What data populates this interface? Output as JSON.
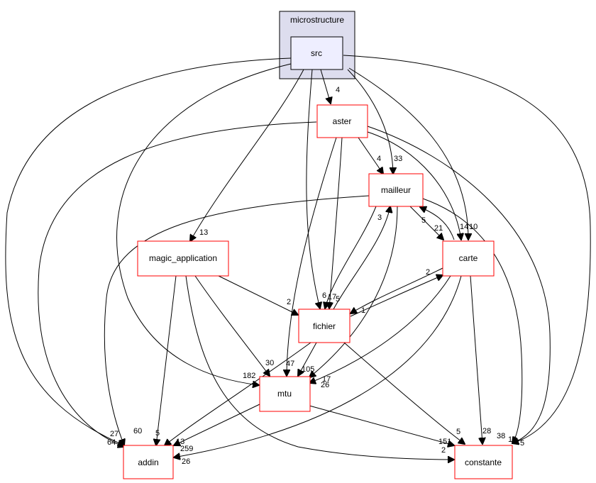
{
  "cluster": {
    "label": "microstructure",
    "fill": "#ddddee",
    "stroke": "#000000"
  },
  "nodes": {
    "src": {
      "label": "src",
      "fill": "#eeeeff",
      "stroke": "#000000"
    },
    "aster": {
      "label": "aster",
      "stroke": "#ff0000"
    },
    "mailleur": {
      "label": "mailleur",
      "stroke": "#ff0000"
    },
    "magic_application": {
      "label": "magic_application",
      "stroke": "#ff0000"
    },
    "carte": {
      "label": "carte",
      "stroke": "#ff0000"
    },
    "fichier": {
      "label": "fichier",
      "stroke": "#ff0000"
    },
    "mtu": {
      "label": "mtu",
      "stroke": "#ff0000"
    },
    "addin": {
      "label": "addin",
      "stroke": "#ff0000"
    },
    "constante": {
      "label": "constante",
      "stroke": "#ff0000"
    }
  },
  "edge_labels": {
    "src_aster": "4",
    "src_mailleur": "33",
    "src_magic_application": "13",
    "src_carte": "14",
    "src_carte_b": "10",
    "src_fichier": "6",
    "src_mtu": "182",
    "src_addin": "27",
    "src_constante": "5",
    "aster_mailleur": "4",
    "aster_fichier": "17",
    "aster_mtu": "47",
    "aster_carte": "21",
    "aster_constante": "18",
    "aster_addin": "64",
    "mailleur_fichier": "3",
    "mailleur_carte": "5",
    "mailleur_mtu": "17",
    "mailleur_addin": "60",
    "mailleur_constante": "38",
    "carte_fichier": "2",
    "carte_mailleur": "5",
    "carte_mtu": "26",
    "carte_addin": "26",
    "carte_constante": "28",
    "fichier_carte": "1",
    "fichier_mtu": "105",
    "fichier_addin": "13",
    "fichier_constante": "5",
    "magic_fichier": "2",
    "magic_mtu": "30",
    "magic_addin": "5",
    "magic_constante": "2",
    "mtu_addin": "259",
    "mtu_constante": "151"
  }
}
